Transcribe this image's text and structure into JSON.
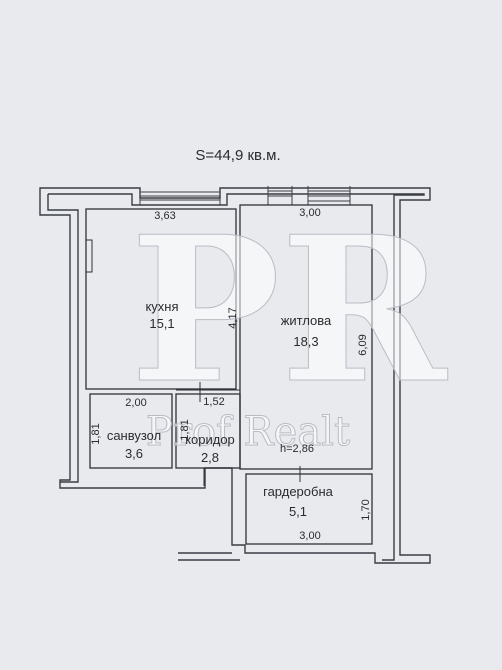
{
  "plan": {
    "total_area": "S=44,9 кв.м.",
    "ceiling_height": "h=2,86"
  },
  "rooms": {
    "kitchen": {
      "name": "кухня",
      "area": "15,1"
    },
    "living": {
      "name": "житлова",
      "area": "18,3"
    },
    "bathroom": {
      "name": "санвузол",
      "area": "3,6"
    },
    "corridor": {
      "name": "коридор",
      "area": "2,8"
    },
    "wardrobe": {
      "name": "гардеробна",
      "area": "5,1"
    }
  },
  "dimensions": {
    "kitchen_width": "3,63",
    "kitchen_length": "4,17",
    "living_width": "3,00",
    "living_length": "6,09",
    "bathroom_width": "2,00",
    "bathroom_length": "1,81",
    "corridor_length": "1,81",
    "corridor_width": "1,52",
    "wardrobe_width": "3,00",
    "wardrobe_length": "1,70"
  },
  "watermark": {
    "logo": "PR",
    "text": "Prof Realt"
  },
  "colors": {
    "wall": "#3a3d46",
    "background": "#e9eaee",
    "line": "#2f3138"
  }
}
